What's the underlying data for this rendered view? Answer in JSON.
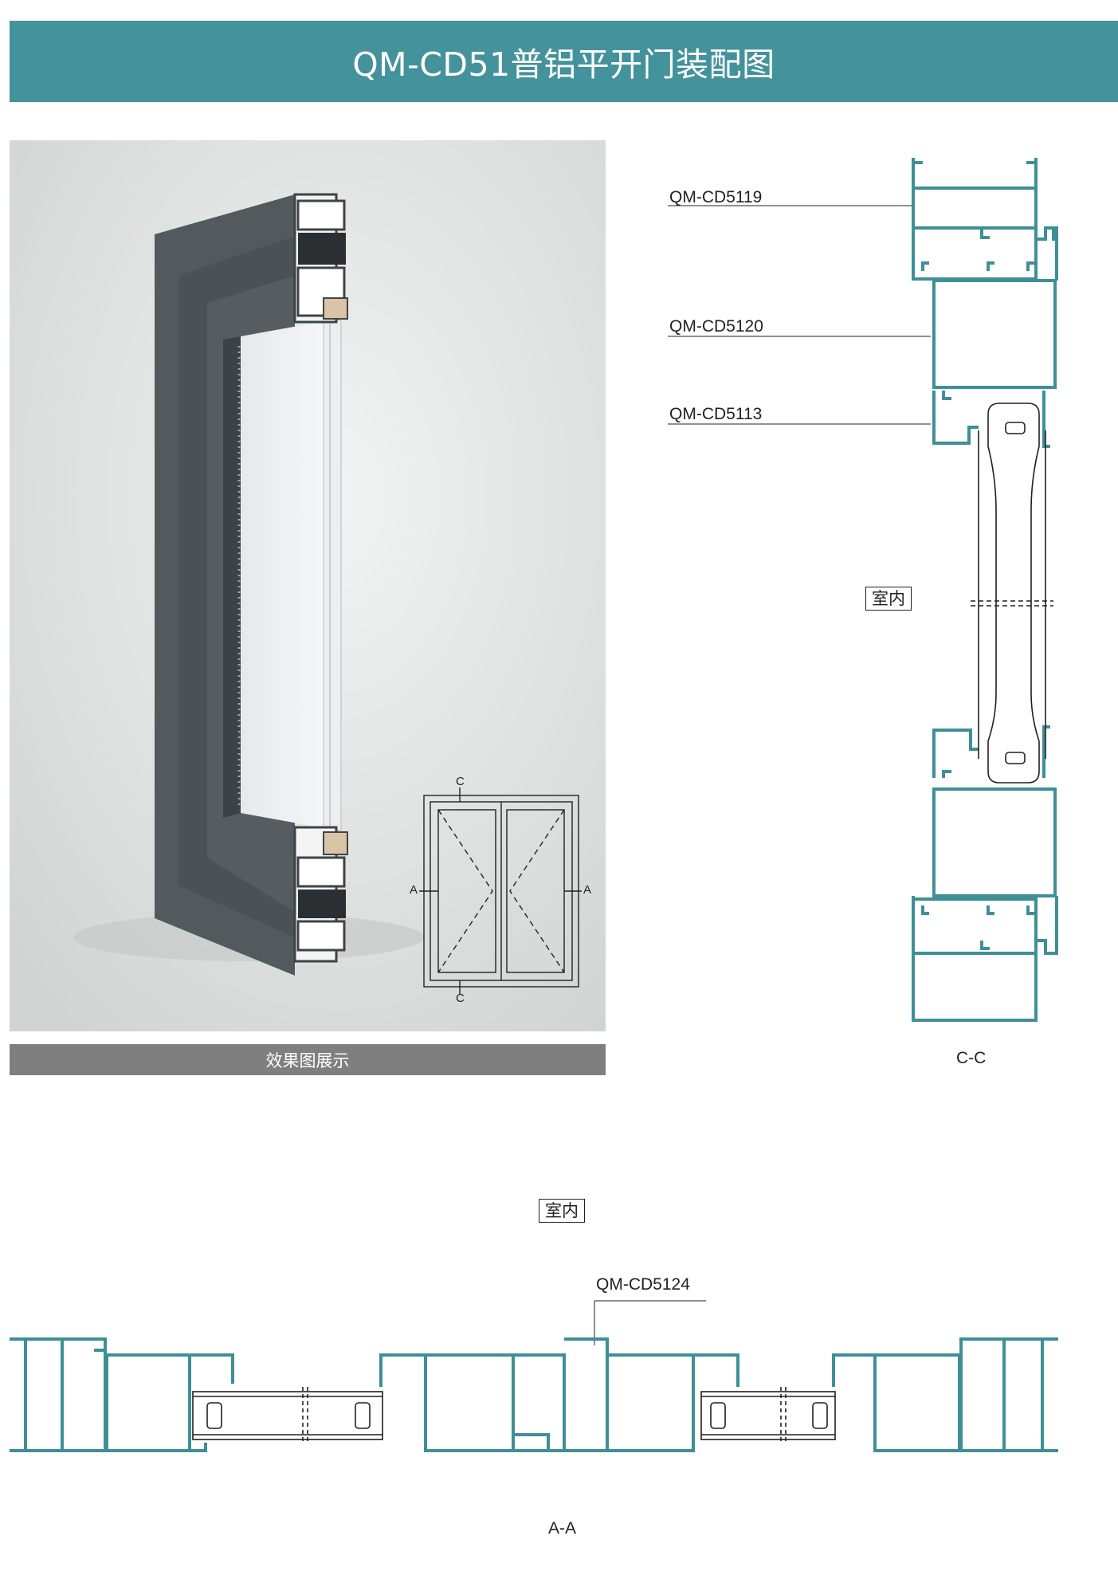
{
  "header": {
    "title": "QM-CD51普铝平开门装配图"
  },
  "photo": {
    "caption": "效果图展示"
  },
  "door_diagram": {
    "section_marks": [
      "C",
      "C",
      "A",
      "A"
    ]
  },
  "cc_section": {
    "parts": [
      "QM-CD5119",
      "QM-CD5120",
      "QM-CD5113"
    ],
    "indoor_label": "室内",
    "view_label": "C-C"
  },
  "aa_section": {
    "part": "QM-CD5124",
    "indoor_label": "室内",
    "view_label": "A-A"
  },
  "colors": {
    "accent": "#44929b",
    "profile": "#3f8f98",
    "caption": "#807f80",
    "frame": "#4f5659"
  }
}
